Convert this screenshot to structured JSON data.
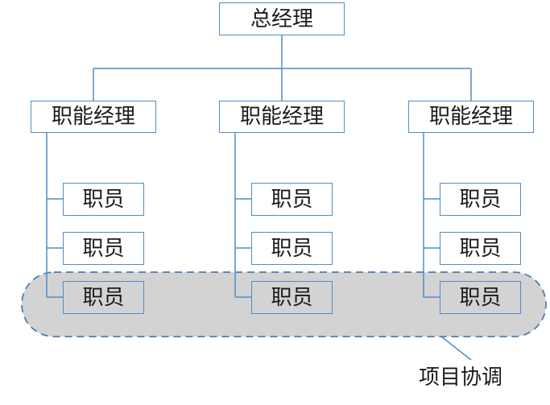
{
  "chart": {
    "root": {
      "label": "总经理"
    },
    "managers": [
      {
        "label": "职能经理",
        "staff": [
          "职员",
          "职员",
          "职员"
        ]
      },
      {
        "label": "职能经理",
        "staff": [
          "职员",
          "职员",
          "职员"
        ]
      },
      {
        "label": "职能经理",
        "staff": [
          "职员",
          "职员",
          "职员"
        ]
      }
    ],
    "project_group": {
      "label": "项目协调"
    }
  },
  "colors": {
    "box_border": "#4f8ec9",
    "connector": "#4f8ec9",
    "highlight_fill": "#d3d3d3",
    "highlight_border": "#4a7fb0"
  }
}
